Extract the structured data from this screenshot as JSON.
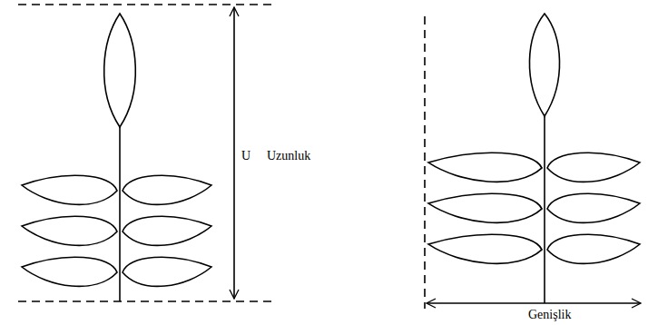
{
  "diagram": {
    "labels": [
      "U",
      "Uzunluk",
      "Genişlik"
    ]
  }
}
